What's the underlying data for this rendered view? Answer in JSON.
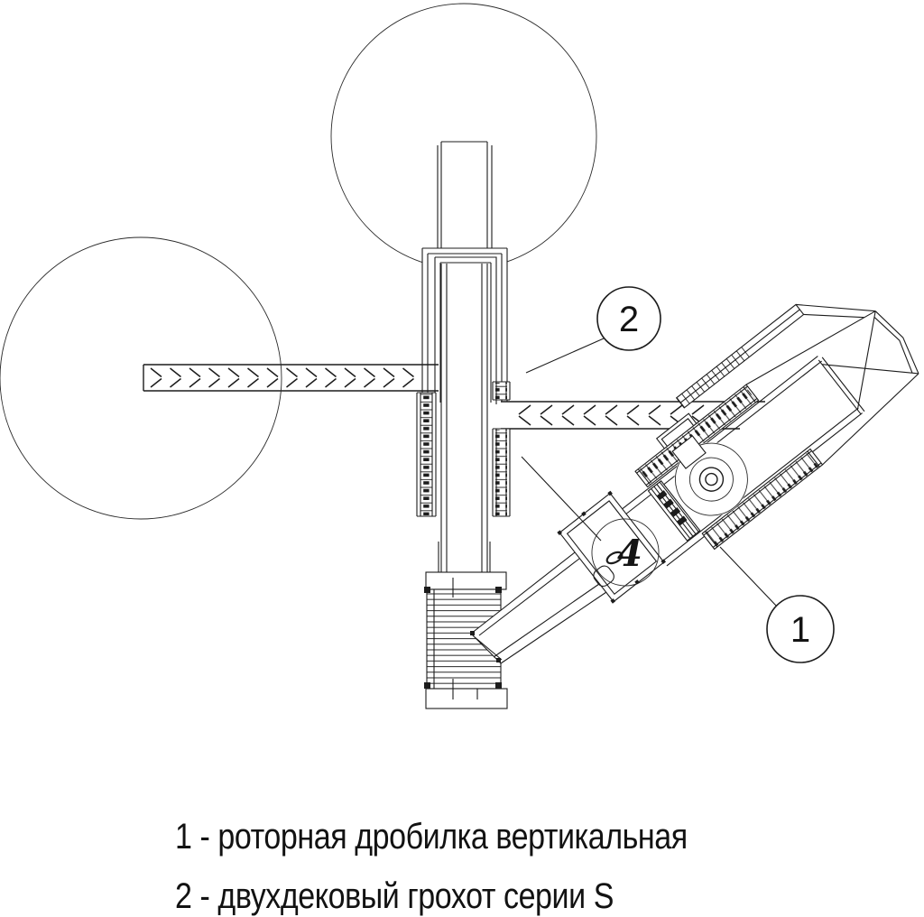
{
  "drawing": {
    "type": "equipment layout plan (top view)",
    "colors": {
      "background": "#ffffff",
      "line": "#1c1c1c"
    },
    "callouts": {
      "one": "1",
      "two": "2",
      "part": "4"
    },
    "legend": {
      "line1": "1 - роторная дробилка вертикальная",
      "line2": "2 - двухдековый грохот серии S"
    }
  }
}
